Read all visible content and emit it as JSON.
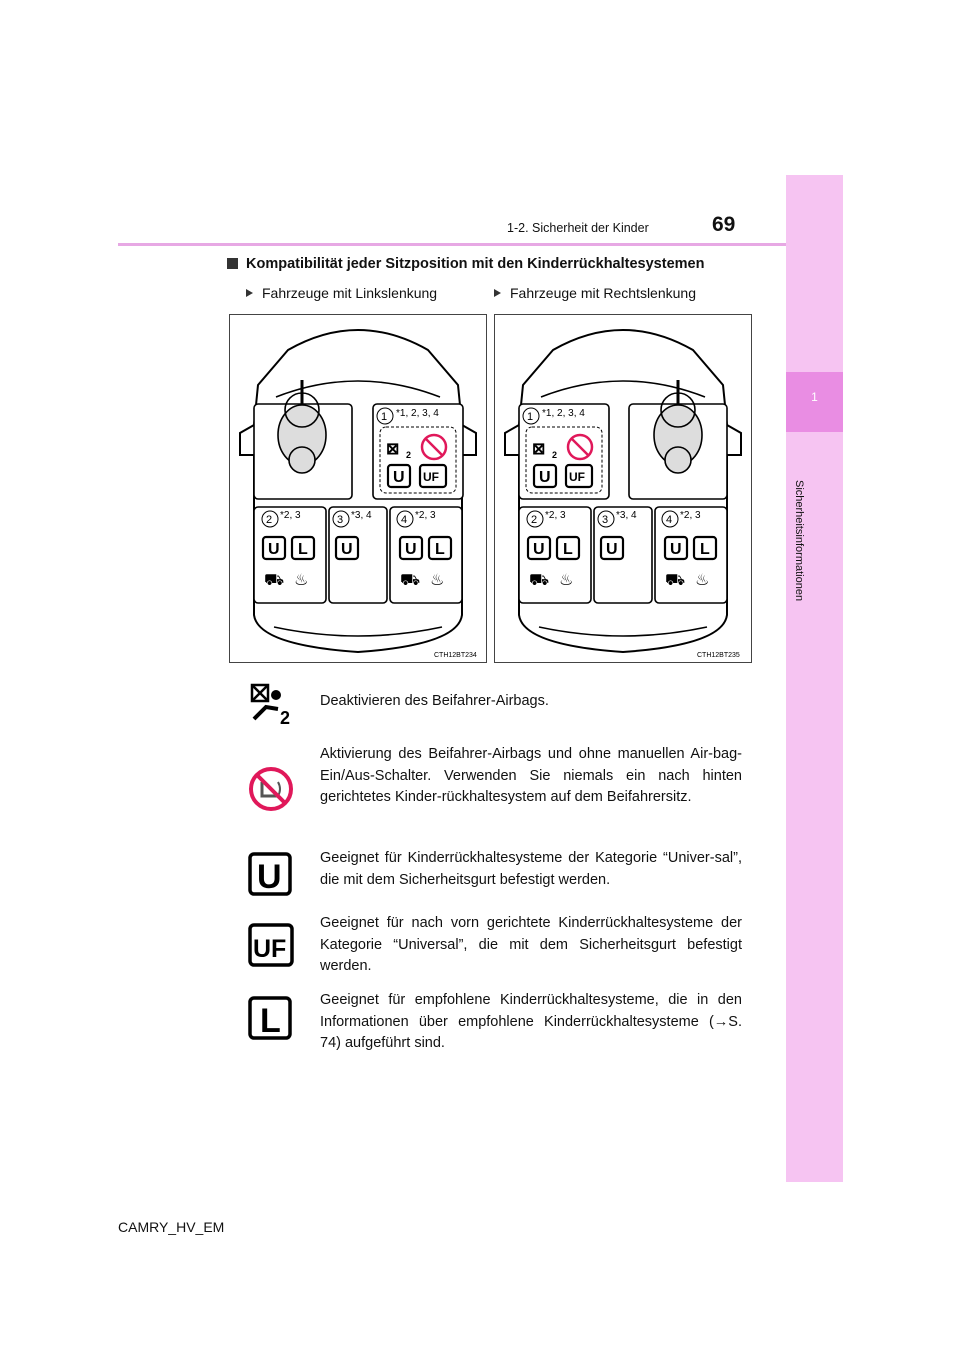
{
  "header": {
    "section": "1-2. Sicherheit der Kinder",
    "page_number": "69"
  },
  "side_tab": {
    "chapter": "1",
    "label": "Sicherheitsinformationen"
  },
  "heading": "Kompatibilität jeder Sitzposition mit den Kinderrückhaltesystemen",
  "figures": [
    {
      "label": "Fahrzeuge mit Linkslenkung",
      "code": "CTH12BT234",
      "seats": [
        {
          "num": "1",
          "note": "*1, 2, 3, 4"
        },
        {
          "num": "2",
          "note": "*2, 3"
        },
        {
          "num": "3",
          "note": "*3, 4"
        },
        {
          "num": "4",
          "note": "*2, 3"
        }
      ]
    },
    {
      "label": "Fahrzeuge mit Rechtslenkung",
      "code": "CTH12BT235",
      "seats": [
        {
          "num": "1",
          "note": "*1, 2, 3, 4"
        },
        {
          "num": "2",
          "note": "*2, 3"
        },
        {
          "num": "3",
          "note": "*3, 4"
        },
        {
          "num": "4",
          "note": "*2, 3"
        }
      ]
    }
  ],
  "codes": {
    "u": "U",
    "l": "L",
    "uf": "UF"
  },
  "legend": [
    {
      "icon": "airbag-off-icon",
      "text": "Deaktivieren des Beifahrer-Airbags."
    },
    {
      "icon": "no-rear-facing-seat-icon",
      "text": "Aktivierung des Beifahrer-Airbags und ohne manuellen Air-bag-Ein/Aus-Schalter. Verwenden Sie niemals ein nach hinten gerichtetes Kinder-rückhaltesystem auf dem Beifahrersitz."
    },
    {
      "icon": "u-box-icon",
      "text": "Geeignet für Kinderrückhaltesysteme der Kategorie “Univer-sal”, die mit dem Sicherheitsgurt befestigt werden."
    },
    {
      "icon": "uf-box-icon",
      "text": "Geeignet für nach vorn gerichtete Kinderrückhaltesysteme der Kategorie “Universal”, die mit dem Sicherheitsgurt befestigt werden."
    },
    {
      "icon": "l-box-icon",
      "text": "Geeignet für empfohlene Kinderrückhaltesysteme, die in den Informationen über empfohlene Kinderrückhaltesysteme (→S. 74) aufgeführt sind."
    }
  ],
  "footer": "CAMRY_HV_EM",
  "colors": {
    "accent": "#e98de3",
    "band": "#f6c4f2",
    "no_sign": "#e0185a"
  }
}
